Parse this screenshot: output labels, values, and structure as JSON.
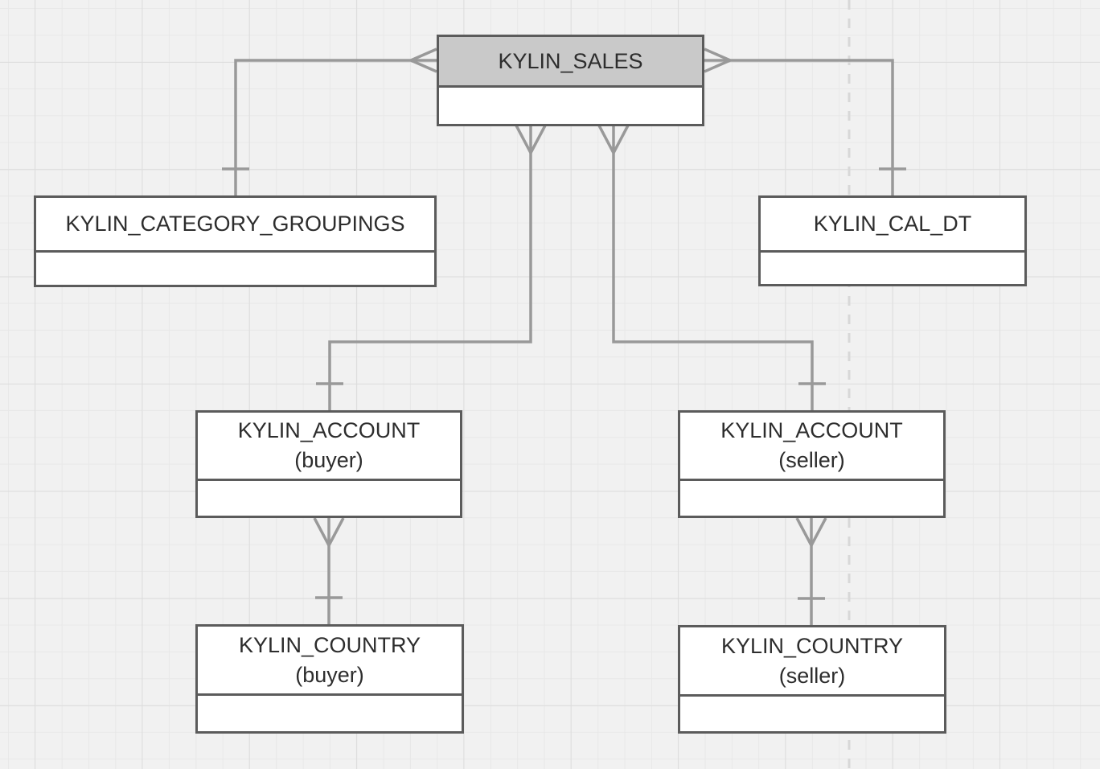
{
  "diagram": {
    "kind": "entity-relationship-diagram",
    "tables": [
      {
        "id": "kylin_sales",
        "name": "KYLIN_SALES",
        "subtitle": "",
        "header_fill": "#c9c9c9"
      },
      {
        "id": "kylin_category_groupings",
        "name": "KYLIN_CATEGORY_GROUPINGS",
        "subtitle": "",
        "header_fill": "#ffffff"
      },
      {
        "id": "kylin_cal_dt",
        "name": "KYLIN_CAL_DT",
        "subtitle": "",
        "header_fill": "#ffffff"
      },
      {
        "id": "kylin_account_buyer",
        "name": "KYLIN_ACCOUNT",
        "subtitle": "(buyer)",
        "header_fill": "#ffffff"
      },
      {
        "id": "kylin_account_seller",
        "name": "KYLIN_ACCOUNT",
        "subtitle": "(seller)",
        "header_fill": "#ffffff"
      },
      {
        "id": "kylin_country_buyer",
        "name": "KYLIN_COUNTRY",
        "subtitle": "(buyer)",
        "header_fill": "#ffffff"
      },
      {
        "id": "kylin_country_seller",
        "name": "KYLIN_COUNTRY",
        "subtitle": "(seller)",
        "header_fill": "#ffffff"
      }
    ],
    "relationships": [
      {
        "from": "kylin_sales",
        "to": "kylin_category_groupings",
        "cardinality": "many-to-one",
        "many_end": "kylin_sales"
      },
      {
        "from": "kylin_sales",
        "to": "kylin_cal_dt",
        "cardinality": "many-to-one",
        "many_end": "kylin_sales"
      },
      {
        "from": "kylin_sales",
        "to": "kylin_account_buyer",
        "cardinality": "many-to-one",
        "many_end": "kylin_sales"
      },
      {
        "from": "kylin_sales",
        "to": "kylin_account_seller",
        "cardinality": "many-to-one",
        "many_end": "kylin_sales"
      },
      {
        "from": "kylin_account_buyer",
        "to": "kylin_country_buyer",
        "cardinality": "many-to-one",
        "many_end": "kylin_account_buyer"
      },
      {
        "from": "kylin_account_seller",
        "to": "kylin_country_seller",
        "cardinality": "many-to-one",
        "many_end": "kylin_account_seller"
      }
    ],
    "colors": {
      "canvas_background": "#f1f1f1",
      "grid_minor": "#e8e8e8",
      "grid_major": "#dddddd",
      "table_border": "#5b5b5b",
      "sales_header_fill": "#c9c9c9",
      "connector": "#999999",
      "dashed_guide": "#d8d8d8",
      "text": "#2d2d2d"
    }
  }
}
